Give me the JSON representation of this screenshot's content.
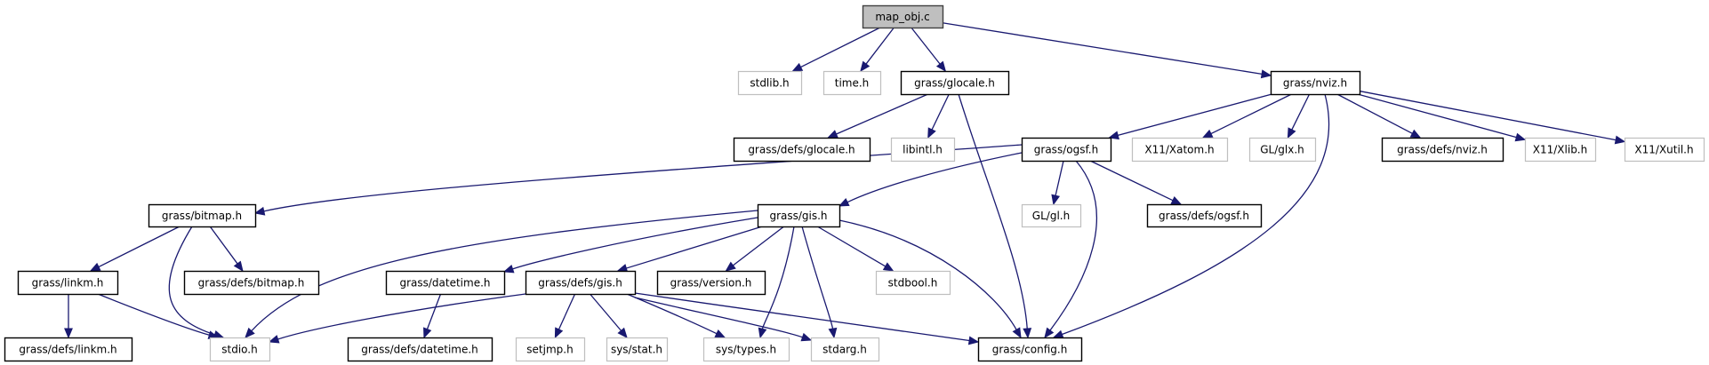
{
  "title": "map_obj.c",
  "colors": {
    "edge": "#191970",
    "root_fill": "#bfbfbf",
    "root_border": "#404040",
    "documented_border": "#000000",
    "external_border": "#bfbfbf",
    "node_fill": "#ffffff",
    "text": "#000000"
  },
  "nodes": [
    {
      "id": "map_obj_c",
      "label": "map_obj.c",
      "kind": "root"
    },
    {
      "id": "stdlib_h",
      "label": "stdlib.h",
      "kind": "external"
    },
    {
      "id": "time_h",
      "label": "time.h",
      "kind": "external"
    },
    {
      "id": "grass_glocale_h",
      "label": "grass/glocale.h",
      "kind": "documented"
    },
    {
      "id": "grass_nviz_h",
      "label": "grass/nviz.h",
      "kind": "documented"
    },
    {
      "id": "grass_defs_glocale_h",
      "label": "grass/defs/glocale.h",
      "kind": "documented"
    },
    {
      "id": "libintl_h",
      "label": "libintl.h",
      "kind": "external"
    },
    {
      "id": "grass_ogsf_h",
      "label": "grass/ogsf.h",
      "kind": "documented"
    },
    {
      "id": "x11_xatom_h",
      "label": "X11/Xatom.h",
      "kind": "external"
    },
    {
      "id": "gl_glx_h",
      "label": "GL/glx.h",
      "kind": "external"
    },
    {
      "id": "grass_defs_nviz_h",
      "label": "grass/defs/nviz.h",
      "kind": "documented"
    },
    {
      "id": "x11_xlib_h",
      "label": "X11/Xlib.h",
      "kind": "external"
    },
    {
      "id": "x11_xutil_h",
      "label": "X11/Xutil.h",
      "kind": "external"
    },
    {
      "id": "grass_bitmap_h",
      "label": "grass/bitmap.h",
      "kind": "documented"
    },
    {
      "id": "grass_gis_h",
      "label": "grass/gis.h",
      "kind": "documented"
    },
    {
      "id": "gl_gl_h",
      "label": "GL/gl.h",
      "kind": "external"
    },
    {
      "id": "grass_defs_ogsf_h",
      "label": "grass/defs/ogsf.h",
      "kind": "documented"
    },
    {
      "id": "grass_linkm_h",
      "label": "grass/linkm.h",
      "kind": "documented"
    },
    {
      "id": "grass_defs_bitmap_h",
      "label": "grass/defs/bitmap.h",
      "kind": "documented"
    },
    {
      "id": "grass_datetime_h",
      "label": "grass/datetime.h",
      "kind": "documented"
    },
    {
      "id": "grass_defs_gis_h",
      "label": "grass/defs/gis.h",
      "kind": "documented"
    },
    {
      "id": "grass_version_h",
      "label": "grass/version.h",
      "kind": "documented"
    },
    {
      "id": "stdbool_h",
      "label": "stdbool.h",
      "kind": "external"
    },
    {
      "id": "grass_defs_linkm_h",
      "label": "grass/defs/linkm.h",
      "kind": "documented"
    },
    {
      "id": "stdio_h",
      "label": "stdio.h",
      "kind": "external"
    },
    {
      "id": "grass_defs_datetime_h",
      "label": "grass/defs/datetime.h",
      "kind": "documented"
    },
    {
      "id": "setjmp_h",
      "label": "setjmp.h",
      "kind": "external"
    },
    {
      "id": "sys_stat_h",
      "label": "sys/stat.h",
      "kind": "external"
    },
    {
      "id": "sys_types_h",
      "label": "sys/types.h",
      "kind": "external"
    },
    {
      "id": "stdarg_h",
      "label": "stdarg.h",
      "kind": "external"
    },
    {
      "id": "grass_config_h",
      "label": "grass/config.h",
      "kind": "documented"
    }
  ],
  "edges": [
    {
      "from": "map_obj_c",
      "to": "stdlib_h"
    },
    {
      "from": "map_obj_c",
      "to": "time_h"
    },
    {
      "from": "map_obj_c",
      "to": "grass_glocale_h"
    },
    {
      "from": "map_obj_c",
      "to": "grass_nviz_h"
    },
    {
      "from": "grass_glocale_h",
      "to": "grass_defs_glocale_h"
    },
    {
      "from": "grass_glocale_h",
      "to": "libintl_h"
    },
    {
      "from": "grass_glocale_h",
      "to": "grass_config_h"
    },
    {
      "from": "grass_nviz_h",
      "to": "grass_ogsf_h"
    },
    {
      "from": "grass_nviz_h",
      "to": "x11_xatom_h"
    },
    {
      "from": "grass_nviz_h",
      "to": "gl_glx_h"
    },
    {
      "from": "grass_nviz_h",
      "to": "grass_defs_nviz_h"
    },
    {
      "from": "grass_nviz_h",
      "to": "x11_xlib_h"
    },
    {
      "from": "grass_nviz_h",
      "to": "x11_xutil_h"
    },
    {
      "from": "grass_nviz_h",
      "to": "grass_config_h"
    },
    {
      "from": "grass_ogsf_h",
      "to": "grass_bitmap_h"
    },
    {
      "from": "grass_ogsf_h",
      "to": "grass_gis_h"
    },
    {
      "from": "grass_ogsf_h",
      "to": "gl_gl_h"
    },
    {
      "from": "grass_ogsf_h",
      "to": "grass_defs_ogsf_h"
    },
    {
      "from": "grass_ogsf_h",
      "to": "grass_config_h"
    },
    {
      "from": "grass_bitmap_h",
      "to": "grass_linkm_h"
    },
    {
      "from": "grass_bitmap_h",
      "to": "stdio_h"
    },
    {
      "from": "grass_bitmap_h",
      "to": "grass_defs_bitmap_h"
    },
    {
      "from": "grass_gis_h",
      "to": "stdio_h"
    },
    {
      "from": "grass_gis_h",
      "to": "grass_datetime_h"
    },
    {
      "from": "grass_gis_h",
      "to": "grass_defs_gis_h"
    },
    {
      "from": "grass_gis_h",
      "to": "grass_version_h"
    },
    {
      "from": "grass_gis_h",
      "to": "sys_types_h"
    },
    {
      "from": "grass_gis_h",
      "to": "stdarg_h"
    },
    {
      "from": "grass_gis_h",
      "to": "stdbool_h"
    },
    {
      "from": "grass_gis_h",
      "to": "grass_config_h"
    },
    {
      "from": "grass_linkm_h",
      "to": "grass_defs_linkm_h"
    },
    {
      "from": "grass_linkm_h",
      "to": "stdio_h"
    },
    {
      "from": "grass_datetime_h",
      "to": "grass_defs_datetime_h"
    },
    {
      "from": "grass_defs_gis_h",
      "to": "stdio_h"
    },
    {
      "from": "grass_defs_gis_h",
      "to": "setjmp_h"
    },
    {
      "from": "grass_defs_gis_h",
      "to": "sys_stat_h"
    },
    {
      "from": "grass_defs_gis_h",
      "to": "sys_types_h"
    },
    {
      "from": "grass_defs_gis_h",
      "to": "stdarg_h"
    },
    {
      "from": "grass_defs_gis_h",
      "to": "grass_config_h"
    }
  ]
}
